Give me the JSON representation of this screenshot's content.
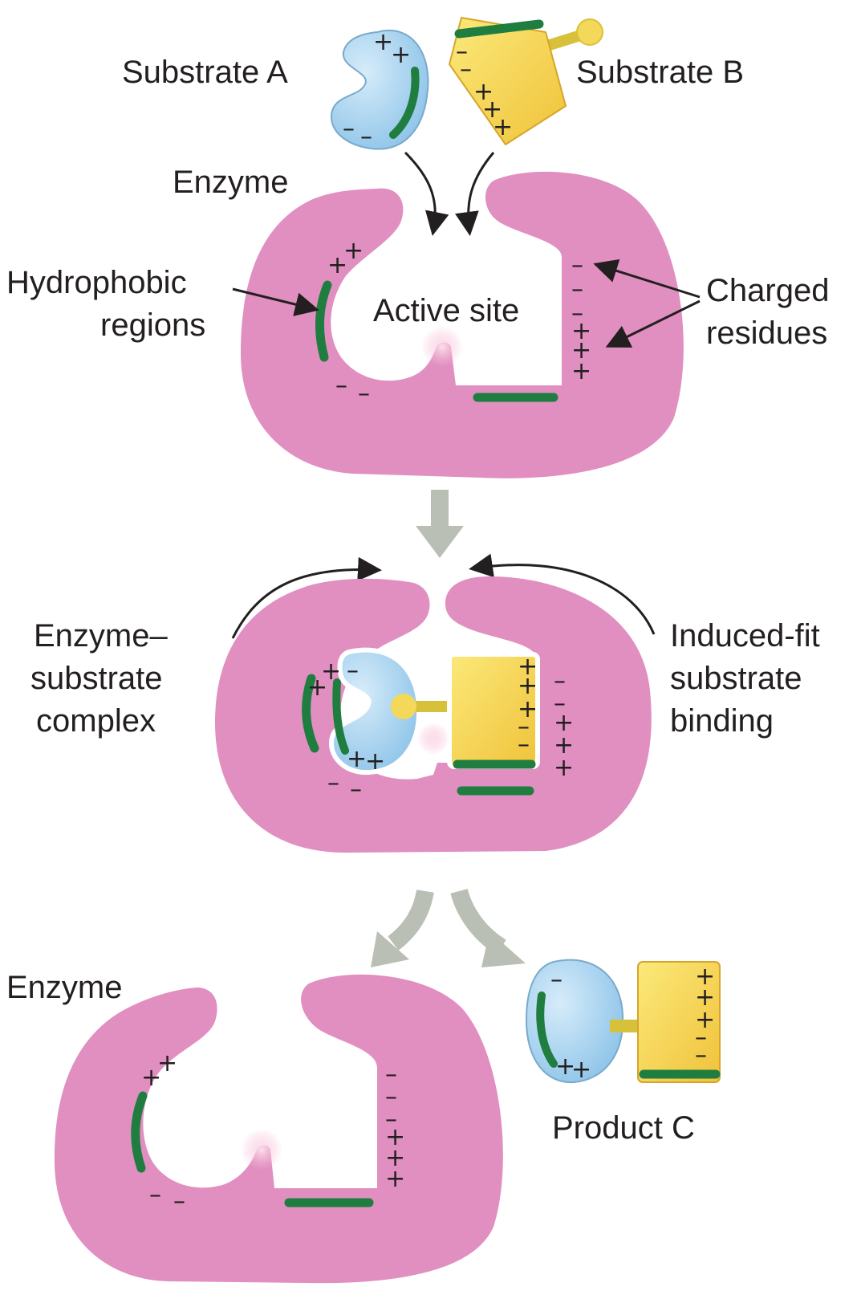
{
  "labels": {
    "substrate_a": "Substrate A",
    "substrate_b": "Substrate B",
    "enzyme_top": "Enzyme",
    "active_site": "Active site",
    "hydrophobic_1": "Hydrophobic",
    "hydrophobic_2": "regions",
    "charged_1": "Charged",
    "charged_2": "residues",
    "complex_1": "Enzyme–",
    "complex_2": "substrate",
    "complex_3": "complex",
    "induced_1": "Induced-fit",
    "induced_2": "substrate",
    "induced_3": "binding",
    "enzyme_bottom": "Enzyme",
    "product_c": "Product C"
  },
  "colors": {
    "enzyme": "#e08fc0",
    "substrate_a": "#a9d3ef",
    "substrate_b": "#f3d85a",
    "hydrophobic": "#1e7d3f",
    "process_arrow": "#b9bfb4",
    "text": "#231f20"
  },
  "icons": {
    "plus": "+",
    "minus": "–"
  }
}
